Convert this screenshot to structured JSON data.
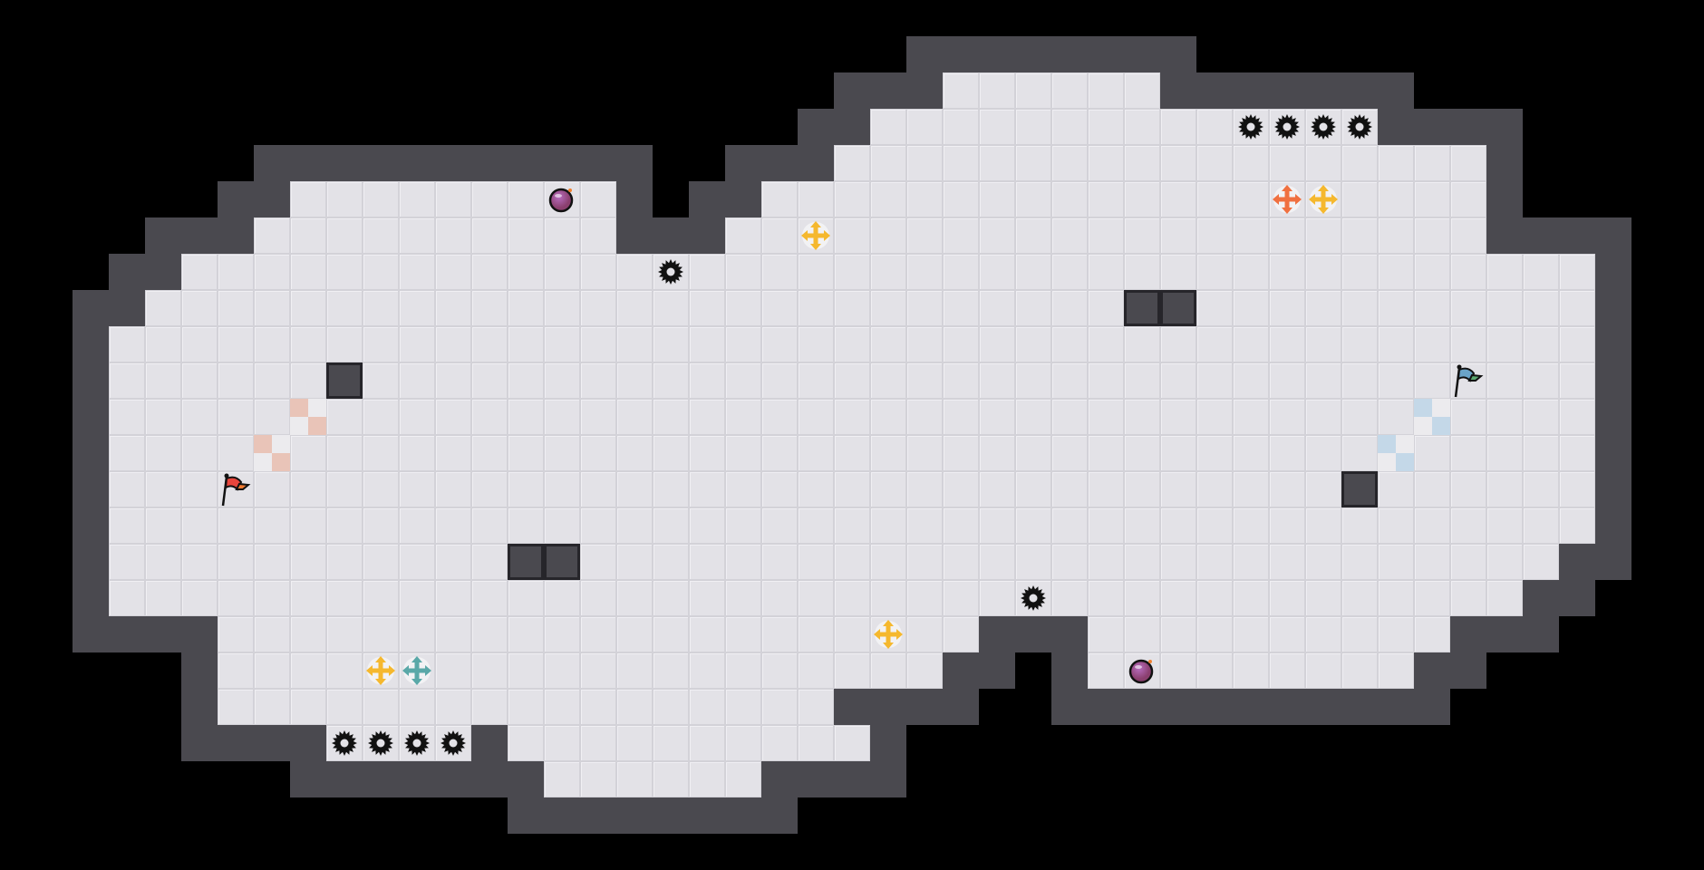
{
  "colors": {
    "floor": "#e3e2e7",
    "wall": "#4a494f",
    "background": "#000000",
    "red_team": "#e8453c",
    "blue_team": "#6aa3c8",
    "red_checker": "#e9c4b8",
    "blue_checker": "#c4d8e8"
  },
  "grid": {
    "cols": 47,
    "rows": 24
  },
  "floor_rows": [
    [],
    [],
    [
      [
        26,
        31
      ]
    ],
    [
      [
        24,
        37
      ]
    ],
    [
      [
        23,
        40
      ]
    ],
    [
      [
        8,
        16
      ],
      [
        21,
        40
      ]
    ],
    [
      [
        7,
        16
      ],
      [
        20,
        40
      ]
    ],
    [
      [
        5,
        43
      ]
    ],
    [
      [
        4,
        43
      ]
    ],
    [
      [
        3,
        43
      ]
    ],
    [
      [
        3,
        43
      ]
    ],
    [
      [
        3,
        43
      ]
    ],
    [
      [
        3,
        43
      ]
    ],
    [
      [
        3,
        43
      ]
    ],
    [
      [
        3,
        43
      ]
    ],
    [
      [
        3,
        42
      ]
    ],
    [
      [
        3,
        41
      ]
    ],
    [
      [
        6,
        26
      ],
      [
        30,
        39
      ]
    ],
    [
      [
        6,
        25
      ],
      [
        30,
        38
      ]
    ],
    [
      [
        6,
        22
      ]
    ],
    [
      [
        9,
        12
      ],
      [
        14,
        23
      ]
    ],
    [
      [
        15,
        20
      ]
    ],
    [],
    []
  ],
  "interior_walls": [
    [
      9,
      10
    ],
    [
      31,
      8
    ],
    [
      32,
      8
    ],
    [
      37,
      13
    ],
    [
      14,
      15
    ],
    [
      15,
      15
    ]
  ],
  "checkers": [
    {
      "team": "red",
      "col": 8,
      "row": 11
    },
    {
      "team": "red",
      "col": 7,
      "row": 12
    },
    {
      "team": "blue",
      "col": 39,
      "row": 11
    },
    {
      "team": "blue",
      "col": 38,
      "row": 12
    }
  ],
  "objects": [
    {
      "type": "flag",
      "team": "red",
      "col": 6,
      "row": 13
    },
    {
      "type": "flag",
      "team": "blue",
      "col": 40,
      "row": 10
    },
    {
      "type": "bomb",
      "col": 15,
      "row": 5
    },
    {
      "type": "bomb",
      "col": 31,
      "row": 18
    },
    {
      "type": "spike",
      "col": 18,
      "row": 7
    },
    {
      "type": "spike",
      "col": 28,
      "row": 16
    },
    {
      "type": "spike",
      "col": 34,
      "row": 3
    },
    {
      "type": "spike",
      "col": 35,
      "row": 3
    },
    {
      "type": "spike",
      "col": 36,
      "row": 3
    },
    {
      "type": "spike",
      "col": 37,
      "row": 3
    },
    {
      "type": "spike",
      "col": 9,
      "row": 20
    },
    {
      "type": "spike",
      "col": 10,
      "row": 20
    },
    {
      "type": "spike",
      "col": 11,
      "row": 20
    },
    {
      "type": "spike",
      "col": 12,
      "row": 20
    },
    {
      "type": "boost",
      "color": "#f5b82e",
      "col": 22,
      "row": 6
    },
    {
      "type": "boost",
      "color": "#f07040",
      "col": 35,
      "row": 5
    },
    {
      "type": "boost",
      "color": "#f5b82e",
      "col": 36,
      "row": 5
    },
    {
      "type": "boost",
      "color": "#f5b82e",
      "col": 24,
      "row": 17
    },
    {
      "type": "boost",
      "color": "#f5b82e",
      "col": 10,
      "row": 18
    },
    {
      "type": "boost",
      "color": "#5aa8a8",
      "col": 11,
      "row": 18
    }
  ]
}
